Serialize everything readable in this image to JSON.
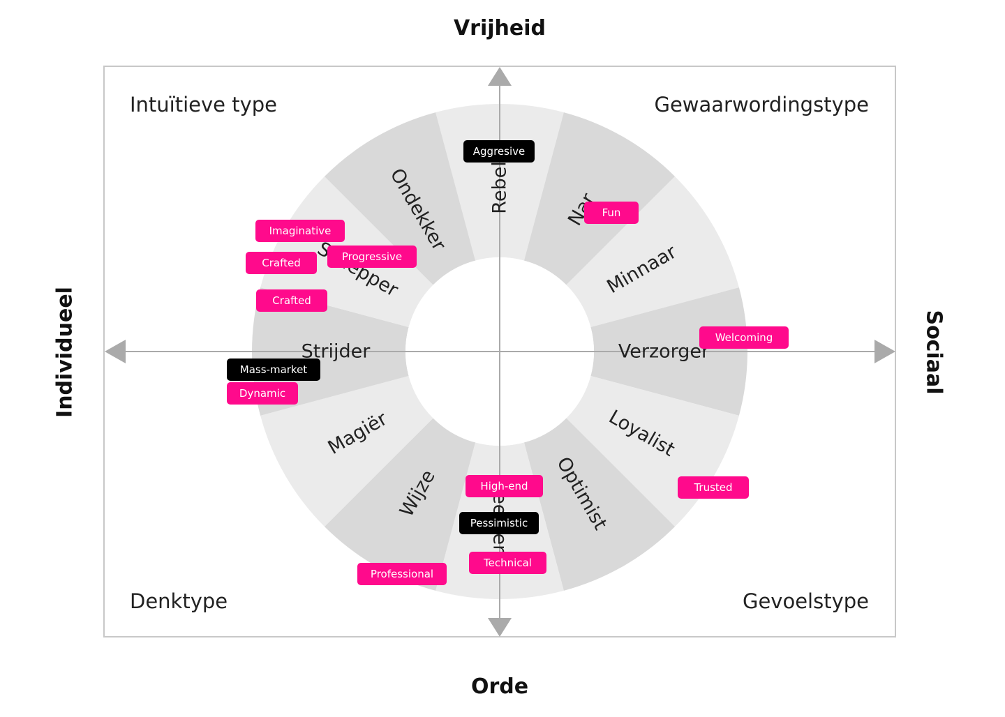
{
  "axes": {
    "top": "Vrijheid",
    "bottom": "Orde",
    "left": "Individueel",
    "right": "Sociaal"
  },
  "quadrants": {
    "top_left": "Intuïtieve type",
    "top_right": "Gewaarwordingstype",
    "bottom_left": "Denktype",
    "bottom_right": "Gevoelstype"
  },
  "wheel": {
    "segments": [
      "Rebel",
      "Nar",
      "Minnaar",
      "Verzorger",
      "Loyalist",
      "Optimist",
      "Heerser",
      "Wijze",
      "Magiër",
      "Strijder",
      "Schepper",
      "Ondekker"
    ]
  },
  "colors": {
    "pink": "#ff0a8c",
    "black": "#000000",
    "segment_light": "#ebebeb",
    "segment_dark": "#d9d9d9",
    "frame": "#c8c8c8",
    "axis": "#aaaaaa"
  },
  "tags": [
    {
      "label": "Aggresive",
      "color": "black"
    },
    {
      "label": "Fun",
      "color": "pink"
    },
    {
      "label": "Imaginative",
      "color": "pink"
    },
    {
      "label": "Crafted",
      "color": "pink"
    },
    {
      "label": "Progressive",
      "color": "pink"
    },
    {
      "label": "Crafted",
      "color": "pink"
    },
    {
      "label": "Welcoming",
      "color": "pink"
    },
    {
      "label": "Mass-market",
      "color": "black"
    },
    {
      "label": "Dynamic",
      "color": "pink"
    },
    {
      "label": "High-end",
      "color": "pink"
    },
    {
      "label": "Trusted",
      "color": "pink"
    },
    {
      "label": "Pessimistic",
      "color": "black"
    },
    {
      "label": "Technical",
      "color": "pink"
    },
    {
      "label": "Professional",
      "color": "pink"
    }
  ]
}
